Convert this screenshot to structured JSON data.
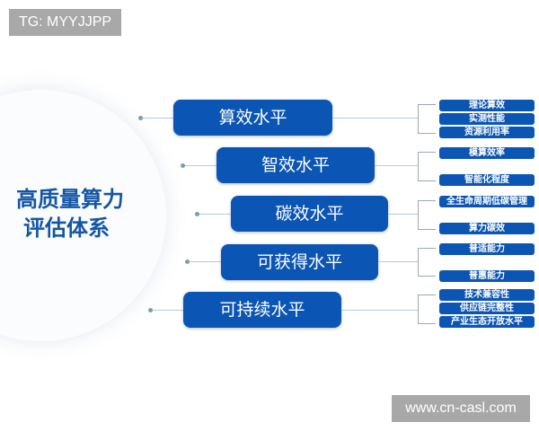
{
  "watermarks": {
    "top": "TG: MYYJJPP",
    "bottom": "www.cn-casl.com"
  },
  "center": {
    "line1": "高质量算力",
    "line2": "评估体系"
  },
  "categories": [
    {
      "label": "算效水平",
      "items": [
        "理论算效",
        "实测性能",
        "资源利用率"
      ]
    },
    {
      "label": "智效水平",
      "items": [
        "模算效率",
        "智能化程度"
      ]
    },
    {
      "label": "碳效水平",
      "items": [
        "全生命周期低碳管理",
        "算力碳效"
      ]
    },
    {
      "label": "可获得水平",
      "items": [
        "普适能力",
        "普惠能力"
      ]
    },
    {
      "label": "可持续水平",
      "items": [
        "技术兼容性",
        "供应链完整性",
        "产业生态开放水平"
      ]
    }
  ],
  "colors": {
    "box": "#0b55b4",
    "title": "#1356a6",
    "watermark_bg": "#a8a8a8"
  }
}
